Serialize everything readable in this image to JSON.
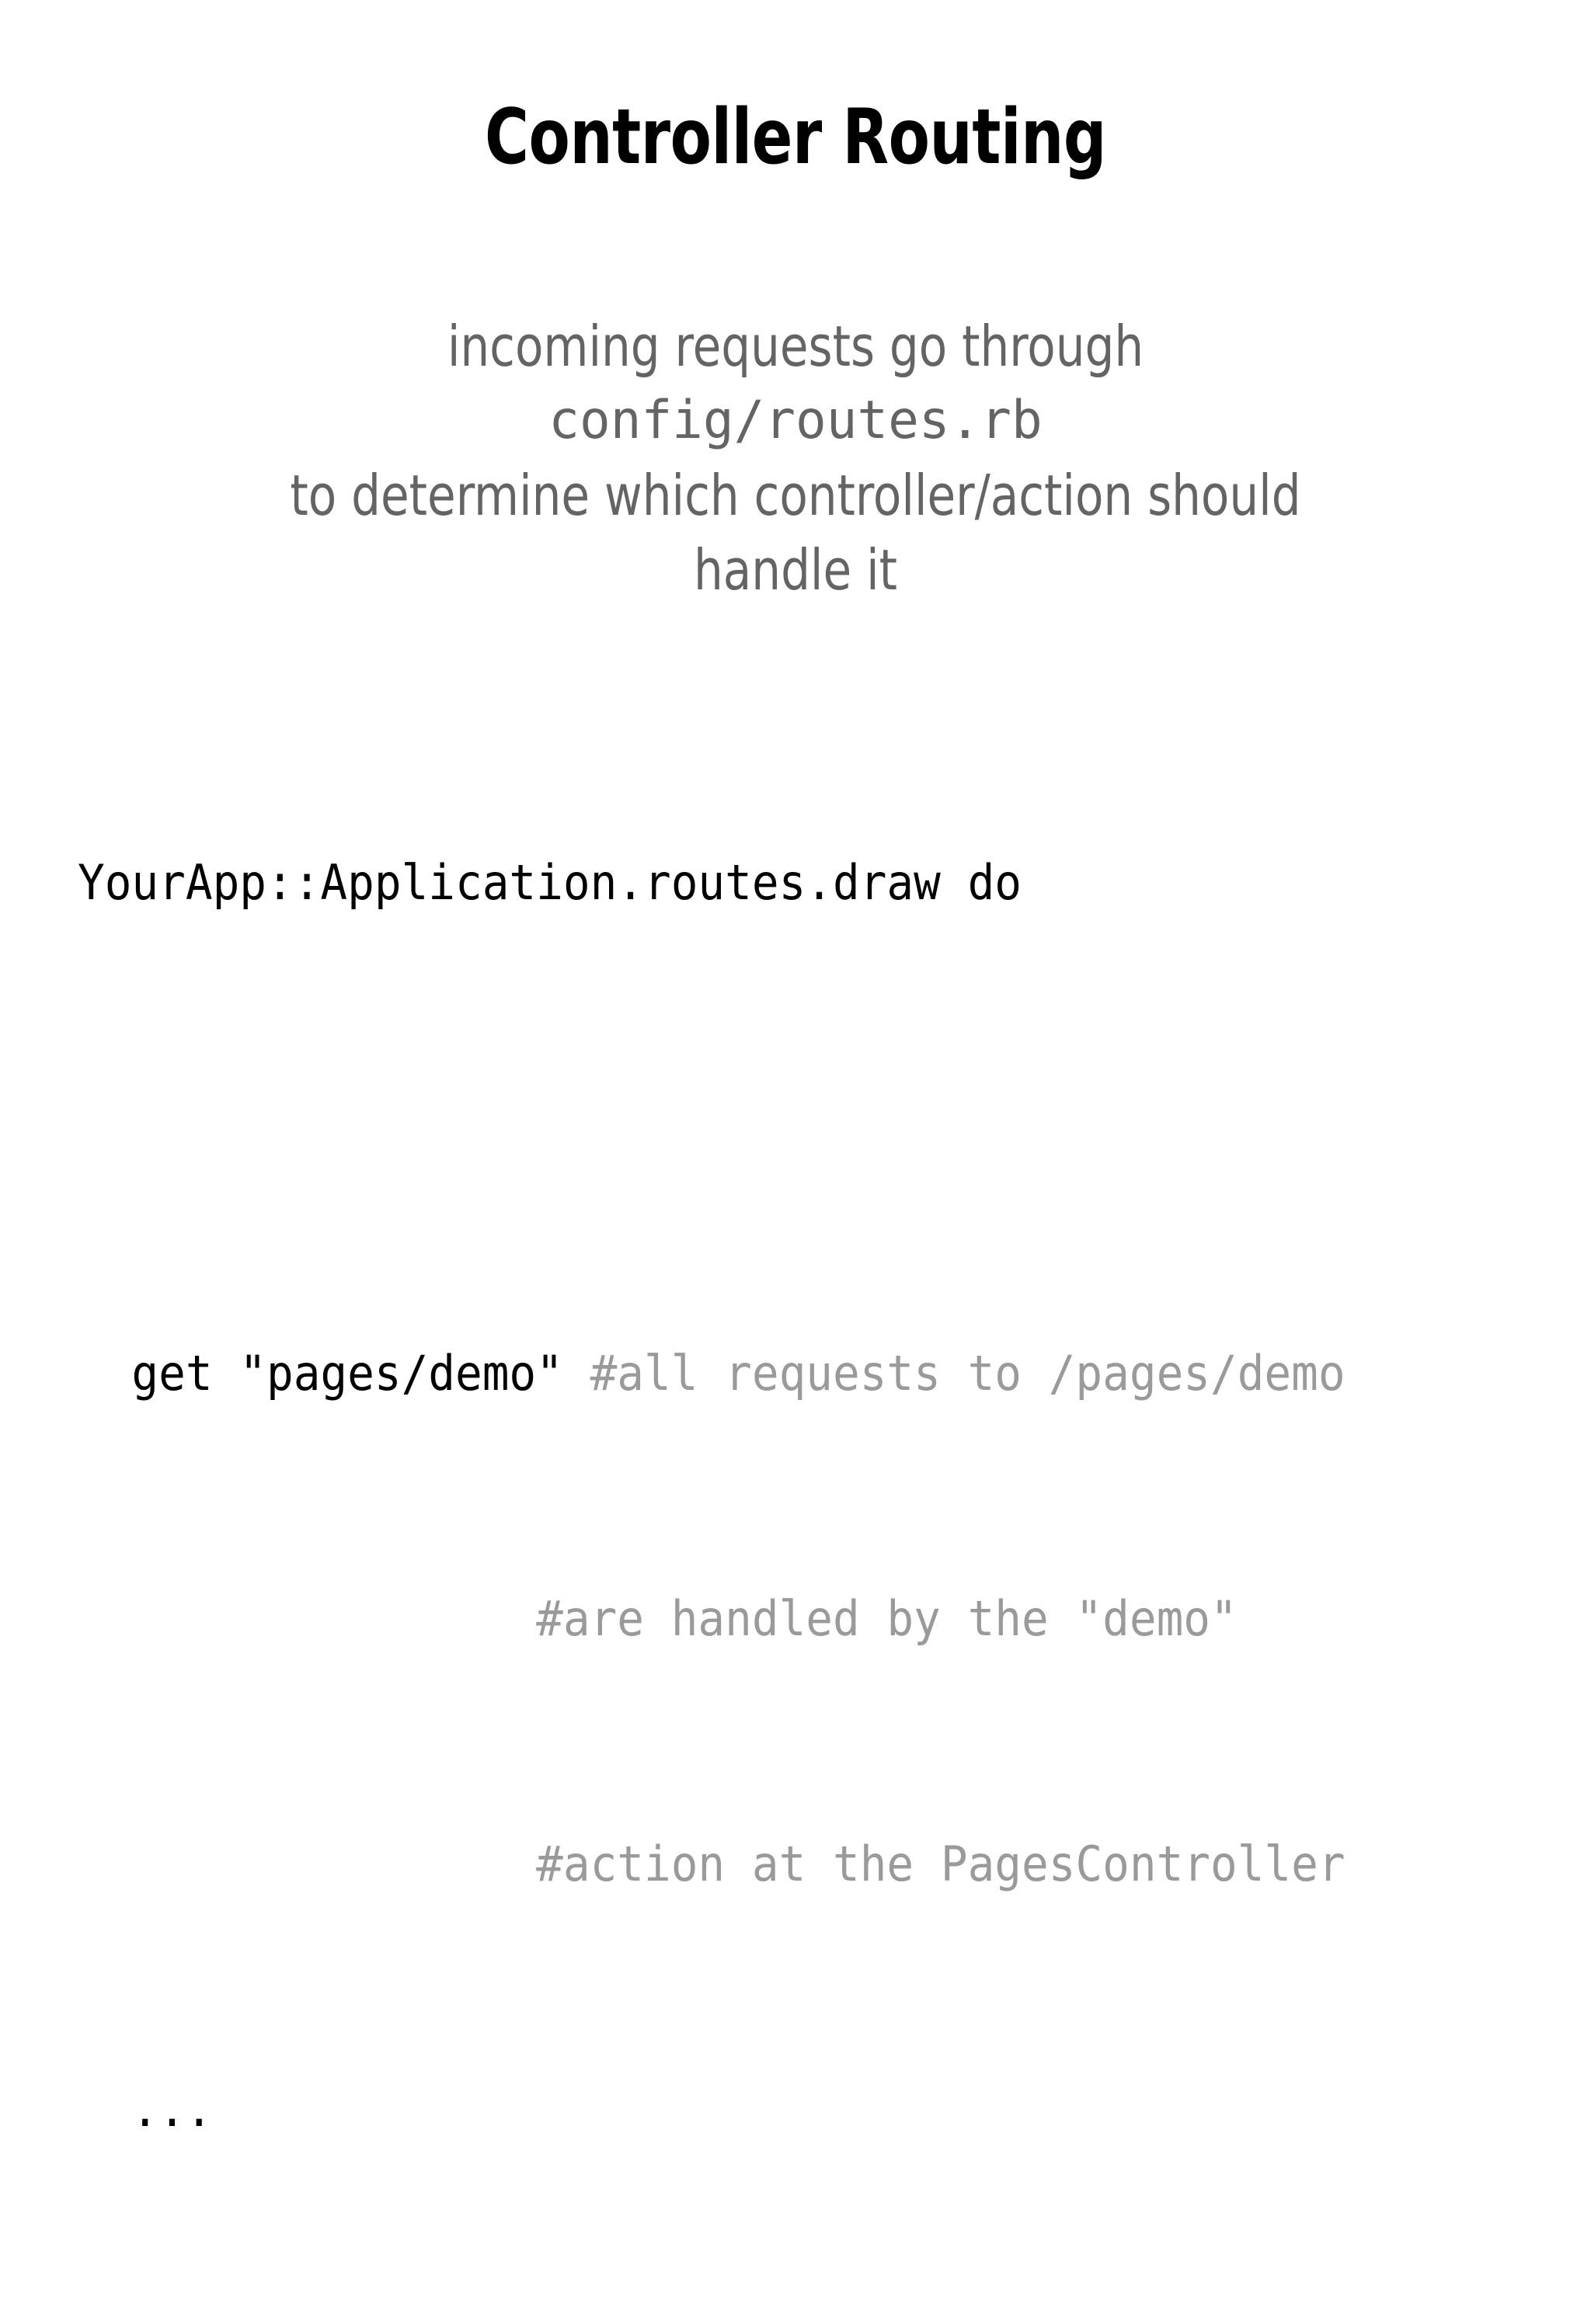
{
  "slide": {
    "background_color": "#ffffff",
    "title": "Controller Routing",
    "title_color": "#000000",
    "subtitle_color": "#646464",
    "code_color": "#000000",
    "comment_color": "#9a9a9a"
  },
  "subtitle": {
    "lines": [
      {
        "text": "incoming requests go through",
        "mono": false
      },
      {
        "text": "config/routes.rb",
        "mono": true
      },
      {
        "text": "to determine which controller/action should",
        "mono": false
      },
      {
        "text": "handle it",
        "mono": false
      }
    ]
  },
  "code": {
    "line1": "YourApp::Application.routes.draw do",
    "line2_blank": "",
    "line3_code": "  get \"pages/demo\" ",
    "line3_comment": "#all requests to /pages/demo",
    "line4_comment": "#are handled by the \"demo\"",
    "line5_comment": "#action at the PagesController",
    "line6": "  ..."
  }
}
